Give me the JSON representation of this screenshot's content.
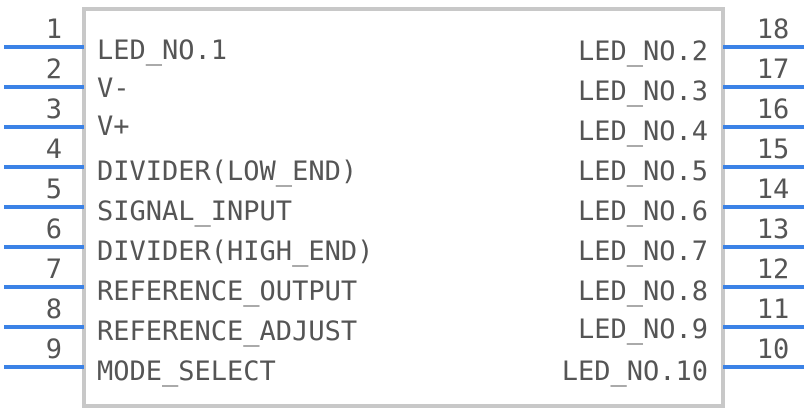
{
  "left_pins": [
    {
      "num": "1",
      "label": "LED_NO.1"
    },
    {
      "num": "2",
      "label": "V-"
    },
    {
      "num": "3",
      "label": "V+"
    },
    {
      "num": "4",
      "label": "DIVIDER(LOW_END)"
    },
    {
      "num": "5",
      "label": "SIGNAL_INPUT"
    },
    {
      "num": "6",
      "label": "DIVIDER(HIGH_END)"
    },
    {
      "num": "7",
      "label": "REFERENCE_OUTPUT"
    },
    {
      "num": "8",
      "label": "REFERENCE_ADJUST"
    },
    {
      "num": "9",
      "label": "MODE_SELECT"
    }
  ],
  "right_pins": [
    {
      "num": "18",
      "label": "LED_NO.2"
    },
    {
      "num": "17",
      "label": "LED_NO.3"
    },
    {
      "num": "16",
      "label": "LED_NO.4"
    },
    {
      "num": "15",
      "label": "LED_NO.5"
    },
    {
      "num": "14",
      "label": "LED_NO.6"
    },
    {
      "num": "13",
      "label": "LED_NO.7"
    },
    {
      "num": "12",
      "label": "LED_NO.8"
    },
    {
      "num": "11",
      "label": "LED_NO.9"
    },
    {
      "num": "10",
      "label": "LED_NO.10"
    }
  ],
  "colors": {
    "pin": "#3b82e6",
    "body_outline": "#c8c8c8",
    "text": "#555555"
  }
}
